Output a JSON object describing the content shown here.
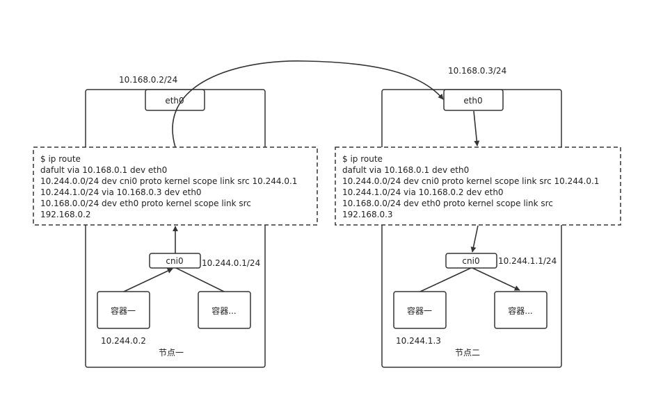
{
  "node1": {
    "label": "节点一",
    "eth0": {
      "label": "eth0",
      "ip": "10.168.0.2/24"
    },
    "route_table": {
      "lines": [
        "$ ip route",
        "dafult via 10.168.0.1 dev eth0",
        "10.244.0.0/24 dev cni0 proto kernel scope link src 10.244.0.1",
        "10.244.1.0/24 via 10.168.0.3 dev eth0",
        "10.168.0.0/24 dev eth0 proto kernel scope link src",
        "192.168.0.2"
      ]
    },
    "cni0": {
      "label": "cni0",
      "ip": "10.244.0.1/24"
    },
    "container_a": {
      "label": "容器一",
      "ip": "10.244.0.2"
    },
    "container_b": {
      "label": "容器..."
    }
  },
  "node2": {
    "label": "节点二",
    "eth0": {
      "label": "eth0",
      "ip": "10.168.0.3/24"
    },
    "route_table": {
      "lines": [
        "$ ip route",
        "dafult via 10.168.0.1 dev eth0",
        "10.244.0.0/24 dev cni0 proto kernel scope link src 10.244.0.1",
        "10.244.1.0/24 via 10.168.0.2 dev eth0",
        "10.168.0.0/24 dev eth0 proto kernel scope link src",
        "192.168.0.3"
      ]
    },
    "cni0": {
      "label": "cni0",
      "ip": "10.244.1.1/24"
    },
    "container_a": {
      "label": "容器一",
      "ip": "10.244.1.3"
    },
    "container_b": {
      "label": "容器..."
    }
  }
}
